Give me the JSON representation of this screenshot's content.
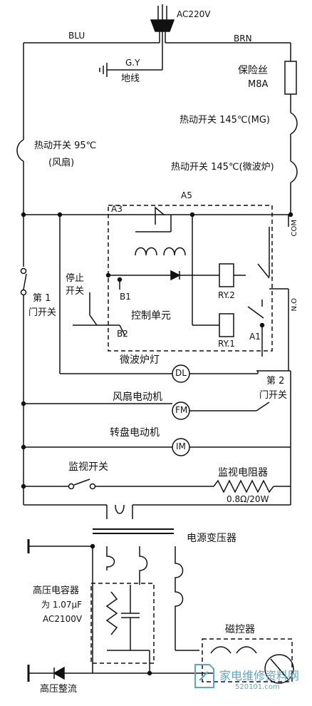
{
  "power": {
    "voltage": "AC220V",
    "blu": "BLU",
    "brn": "BRN",
    "gy": "G.Y",
    "ground": "地线"
  },
  "fuse": {
    "name": "保险丝",
    "rating": "M8A"
  },
  "thermal": {
    "mg": "热动开关 145℃(MG)",
    "oven": "热动开关 145℃(微波炉)",
    "fan_line1": "热动开关 95℃",
    "fan_line2": "(风扇)"
  },
  "terminals": {
    "a3": "A3",
    "a5": "A5",
    "a1": "A1",
    "com": "COM",
    "no": "N.O"
  },
  "control": {
    "stop_line1": "停止",
    "stop_line2": "开关",
    "b1": "B1",
    "b2": "B2",
    "unit": "控制单元",
    "ry2": "RY.2",
    "ry1": "RY.1"
  },
  "door1": {
    "line1": "第 1",
    "line2": "门开关"
  },
  "door2": {
    "line1": "第 2",
    "line2": "门开关"
  },
  "loads": [
    {
      "label": "微波炉灯",
      "symbol": "DL"
    },
    {
      "label": "风扇电动机",
      "symbol": "FM"
    },
    {
      "label": "转盘电动机",
      "symbol": "IM"
    }
  ],
  "monitor": {
    "switch": "监视开关",
    "resistor": "监视电阻器",
    "resistor_value": "0.8Ω/20W"
  },
  "transformer": "电源变压器",
  "hv_cap": {
    "line1": "高压电容器",
    "line2": "为 1.07μF",
    "line3": "AC2100V"
  },
  "magnetron": "磁控器",
  "hv_rect": "高压整流",
  "watermark": {
    "logo": "家电维修资料网",
    "url": "520101.com"
  }
}
